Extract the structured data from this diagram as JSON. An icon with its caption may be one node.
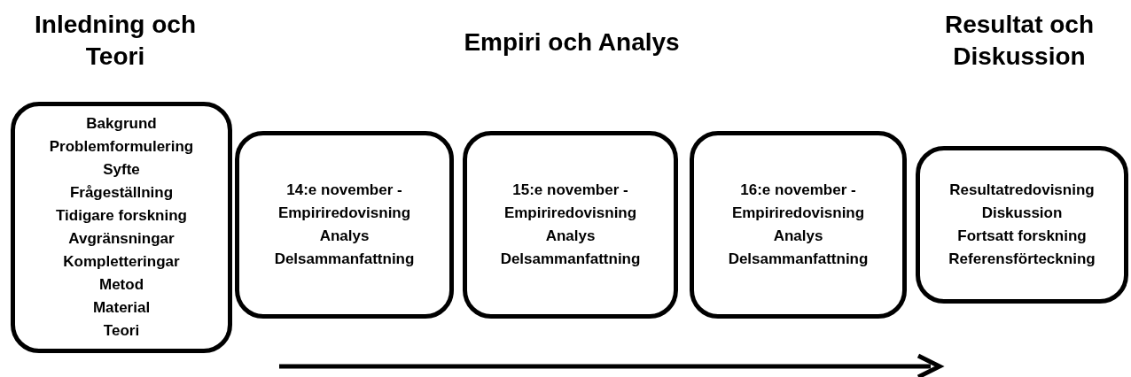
{
  "diagram": {
    "nodes": [
      {
        "text": [
          "Bakgrund",
          "Problemformulering",
          "Syfte",
          "Frågeställning",
          "Tidigare forskning",
          "Avgränsningar",
          "Kompletteringar",
          "Metod",
          "Material",
          "Teori"
        ]
      },
      {
        "text": [
          "14:e november -",
          "Empiriredovisning",
          "Analys",
          "Delsammanfattning"
        ]
      },
      {
        "text": [
          "15:e november -",
          "Empiriredovisning",
          "Analys",
          "Delsammanfattning"
        ]
      },
      {
        "text": [
          "16:e november -",
          "Empiriredovisning",
          "Analys",
          "Delsammanfattning"
        ]
      },
      {
        "text": [
          "Resultatredovisning",
          "Diskussion",
          "Fortsatt forskning",
          "Referensförteckning"
        ]
      }
    ],
    "edges": [],
    "labels": [
      "Inledning och Teori",
      "Empiri och Analys",
      "Resultat och Diskussion"
    ]
  }
}
